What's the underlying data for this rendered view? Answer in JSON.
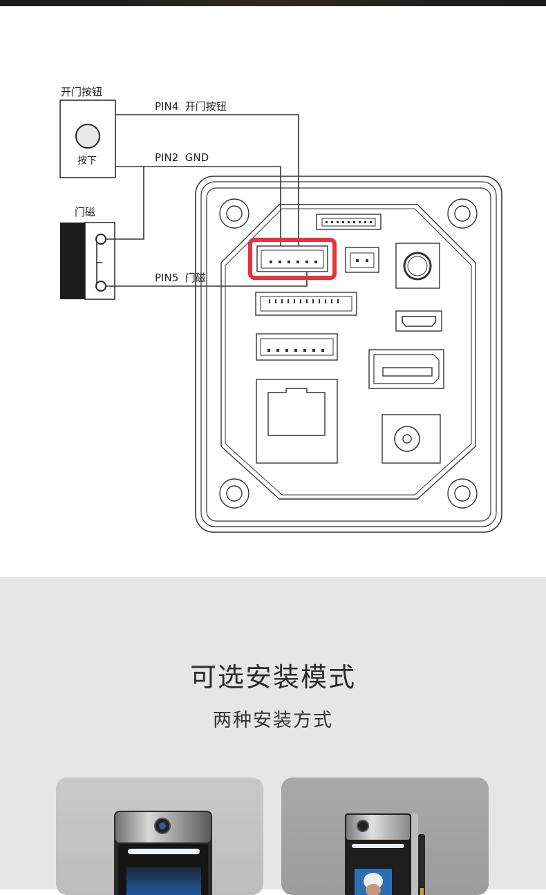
{
  "diagram": {
    "button_box_title": "开门按钮",
    "button_press_label": "按下",
    "door_sensor_title": "门磁",
    "wire_pin4_label": "PIN4  开门按钮",
    "wire_pin2_label": "PIN2  GND",
    "wire_pin5_label": "PIN5  门磁",
    "highlight_color": "#e8323c"
  },
  "install_section": {
    "title": "可选安装模式",
    "subtitle": "两种安装方式",
    "cards": [
      {
        "kind": "wall-mounted-terminal"
      },
      {
        "kind": "turnstile-mounted-terminal"
      }
    ]
  }
}
